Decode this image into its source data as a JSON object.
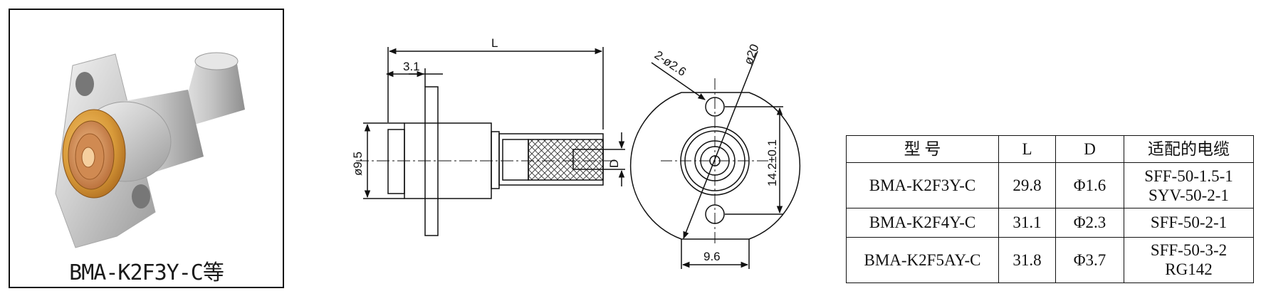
{
  "product": {
    "caption": "BMA-K2F3Y-C等"
  },
  "drawing": {
    "side_view": {
      "label_L": "L",
      "label_flange": "3.1",
      "label_body_dia": "ø9.5",
      "label_D": "D"
    },
    "front_view": {
      "label_holes": "2-ø2.6",
      "label_outer_dia": "ø20",
      "label_height": "14.2±0.1",
      "label_width": "9.6"
    }
  },
  "spec_table": {
    "headers": [
      "型  号",
      "L",
      "D",
      "适配的电缆"
    ],
    "rows": [
      {
        "model": "BMA-K2F3Y-C",
        "L": "29.8",
        "D": "Φ1.6",
        "cable": [
          "SFF-50-1.5-1",
          "SYV-50-2-1"
        ]
      },
      {
        "model": "BMA-K2F4Y-C",
        "L": "31.1",
        "D": "Φ2.3",
        "cable": [
          "SFF-50-2-1"
        ]
      },
      {
        "model": "BMA-K2F5AY-C",
        "L": "31.8",
        "D": "Φ3.7",
        "cable": [
          "SFF-50-3-2",
          "RG142"
        ]
      }
    ]
  }
}
